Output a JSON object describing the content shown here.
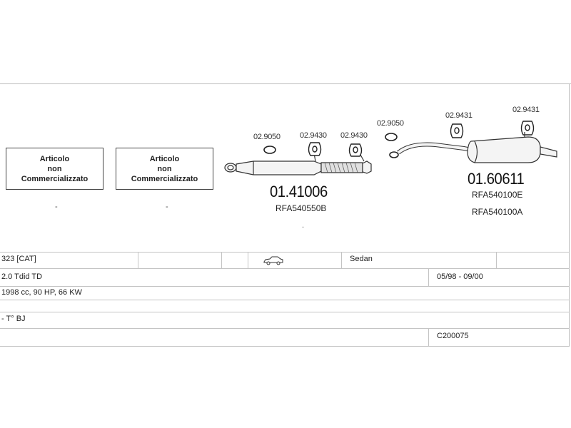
{
  "diagram": {
    "not_available_boxes": [
      {
        "line1": "Articolo",
        "line2": "non",
        "line3": "Commercializzato",
        "dash": "-"
      },
      {
        "line1": "Articolo",
        "line2": "non",
        "line3": "Commercializzato",
        "dash": "-"
      }
    ],
    "part_front": {
      "number": "01.41006",
      "ref": "RFA540550B",
      "accessories": [
        "02.9050",
        "02.9430",
        "02.9430"
      ],
      "dot": "."
    },
    "part_rear": {
      "number": "01.60611",
      "refs": [
        "RFA540100E",
        "RFA540100A"
      ],
      "accessories": [
        "02.9050",
        "02.9431",
        "02.9431"
      ]
    }
  },
  "vehicle": {
    "model": "323  [CAT]",
    "body": "Sedan",
    "engine": "2.0 Tdid TD",
    "period": "05/98 - 09/00",
    "specs": "1998 cc, 90 HP, 66 KW",
    "note": "- T° BJ",
    "code": "C200075",
    "icon": "car-icon"
  }
}
